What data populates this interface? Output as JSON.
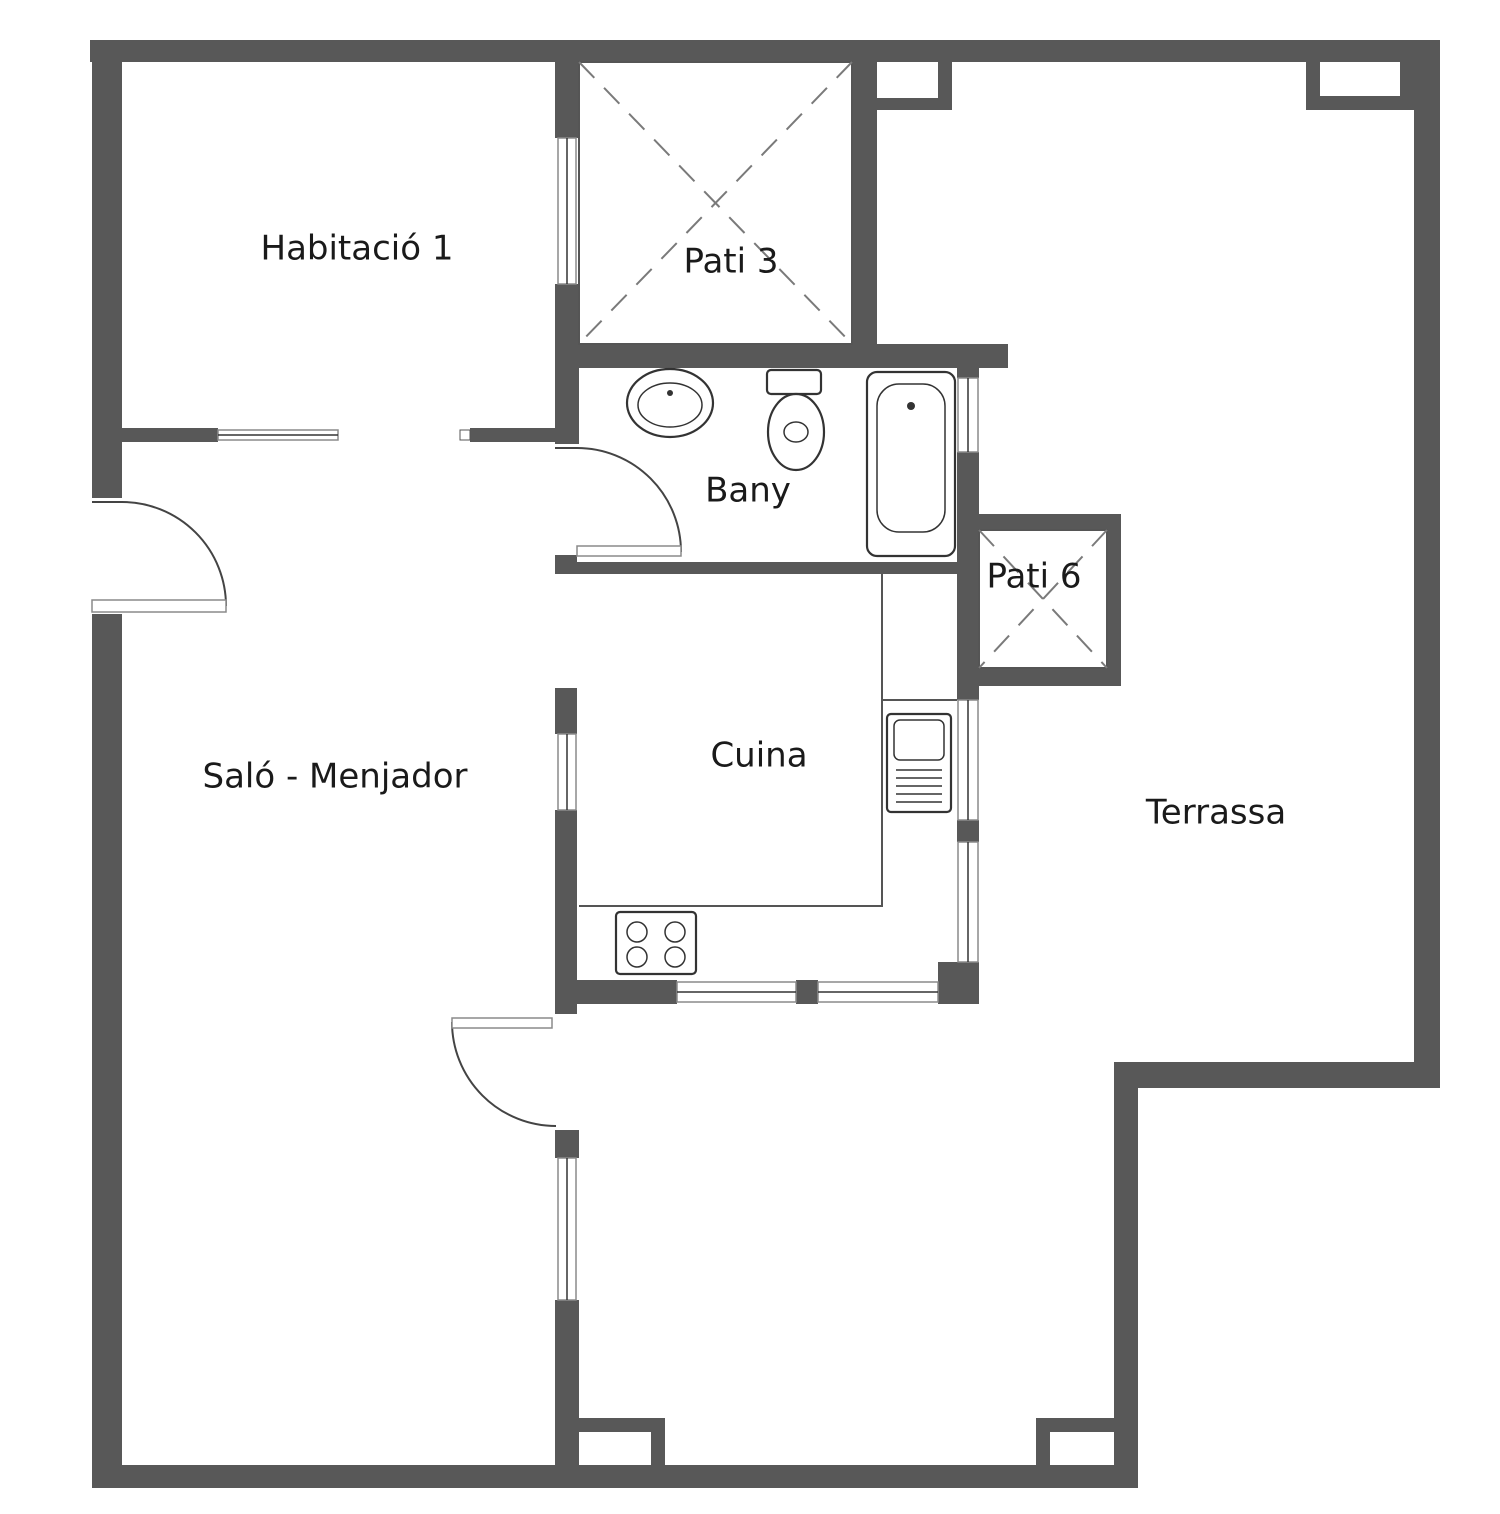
{
  "rooms": {
    "habitacio_1": "Habitació 1",
    "pati_3": "Pati 3",
    "bany": "Bany",
    "pati_6": "Pati 6",
    "cuina": "Cuina",
    "salo_menjador": "Saló - Menjador",
    "terrassa": "Terrassa"
  },
  "colors": {
    "wall": "#585858",
    "background": "#ffffff",
    "line": "#444444"
  }
}
